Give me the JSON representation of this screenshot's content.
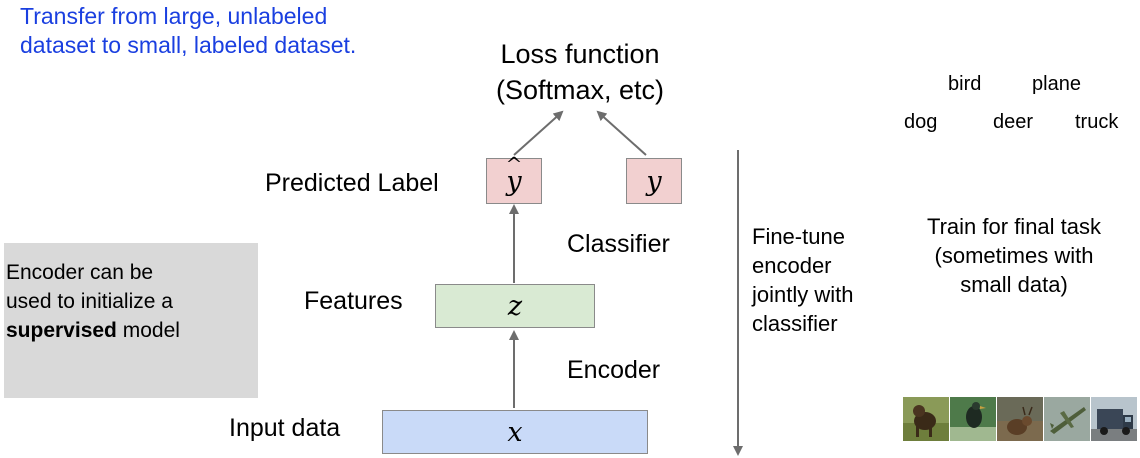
{
  "top_note": {
    "line1": "Transfer from large, unlabeled",
    "line2": "dataset to small, labeled dataset."
  },
  "loss": {
    "line1": "Loss function",
    "line2": "(Softmax, etc)"
  },
  "labels": {
    "predicted_label": "Predicted Label",
    "classifier": "Classifier",
    "features": "Features",
    "encoder": "Encoder",
    "input_data": "Input data"
  },
  "symbols": {
    "y_hat_base": "y",
    "y_hat_accent": "^",
    "y": "y",
    "z": "z",
    "x": "x"
  },
  "side_note": {
    "line1": "Encoder can be",
    "line2": "used to initialize a",
    "bold_word": "supervised",
    "line3_rest": " model"
  },
  "fine_tune": {
    "line1": "Fine-tune",
    "line2": "encoder",
    "line3": "jointly with",
    "line4": "classifier"
  },
  "final_task": {
    "line1": "Train for final task",
    "line2": "(sometimes with",
    "line3": "small data)"
  },
  "classes": {
    "bird": "bird",
    "plane": "plane",
    "dog": "dog",
    "deer": "deer",
    "truck": "truck"
  },
  "colors": {
    "blue_text": "#1a3fe0",
    "y_box": "#f2d0d0",
    "z_box": "#d9ead3",
    "x_box": "#c9daf8",
    "side_note_bg": "#d9d9d9",
    "arrow": "#6d6d6d"
  }
}
